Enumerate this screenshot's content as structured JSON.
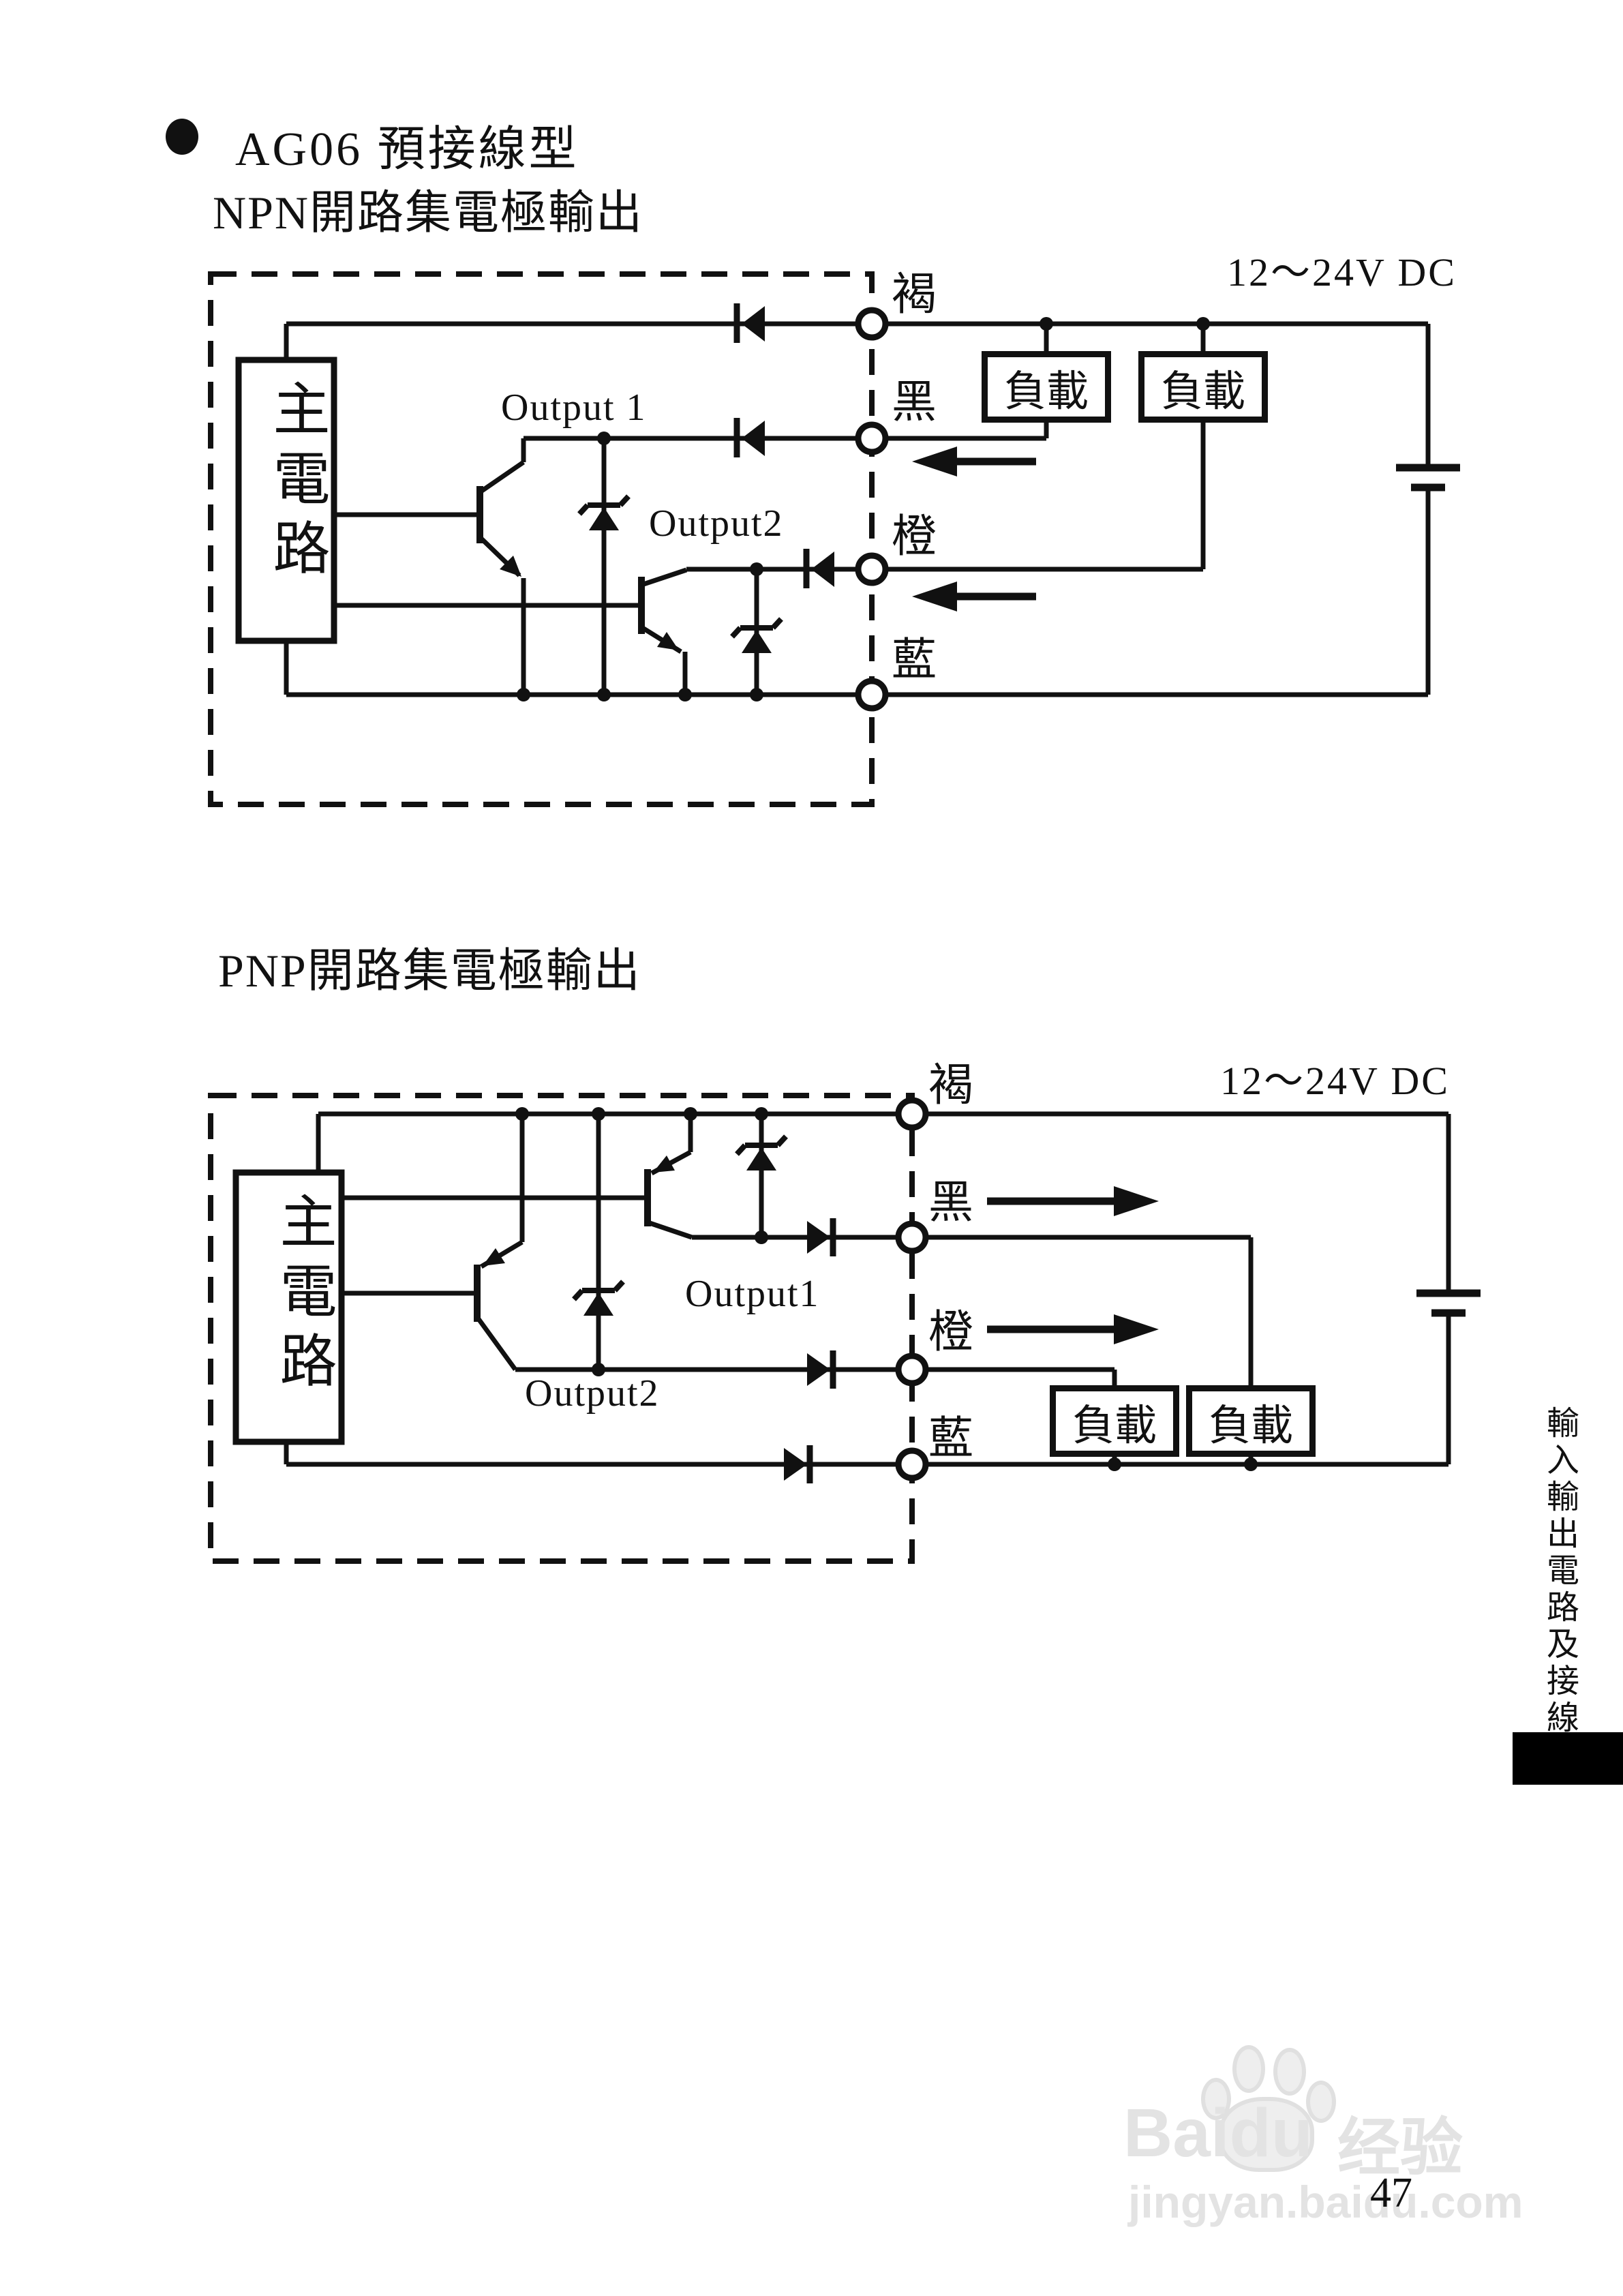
{
  "page": {
    "number": "47"
  },
  "header": {
    "bullet": "●",
    "title": "AG06 預接線型",
    "npn_subtitle": "NPN開路集電極輸出",
    "pnp_subtitle": "PNP開路集電極輸出"
  },
  "npn": {
    "voltage": "12～24V DC",
    "main_circuit": "主電路",
    "output1_label": "Output 1",
    "output2_label": "Output2",
    "load1": "負載",
    "load2": "負載",
    "wire_brown": "褐",
    "wire_black": "黑",
    "wire_orange": "橙",
    "wire_blue": "藍"
  },
  "pnp": {
    "voltage": "12～24V DC",
    "main_circuit": "主電路",
    "output1_label": "Output1",
    "output2_label": "Output2",
    "load1": "負載",
    "load2": "負載",
    "wire_brown": "褐",
    "wire_black": "黑",
    "wire_orange": "橙",
    "wire_blue": "藍"
  },
  "sidebar": {
    "tab_label": "輸入輸出電路及接線"
  },
  "watermark": {
    "brand": "Baidu",
    "brand_cn": "经验",
    "site": "jingyan.baidu.com"
  },
  "colors": {
    "ink": "#111111",
    "watermark": "#e3e3e3"
  }
}
